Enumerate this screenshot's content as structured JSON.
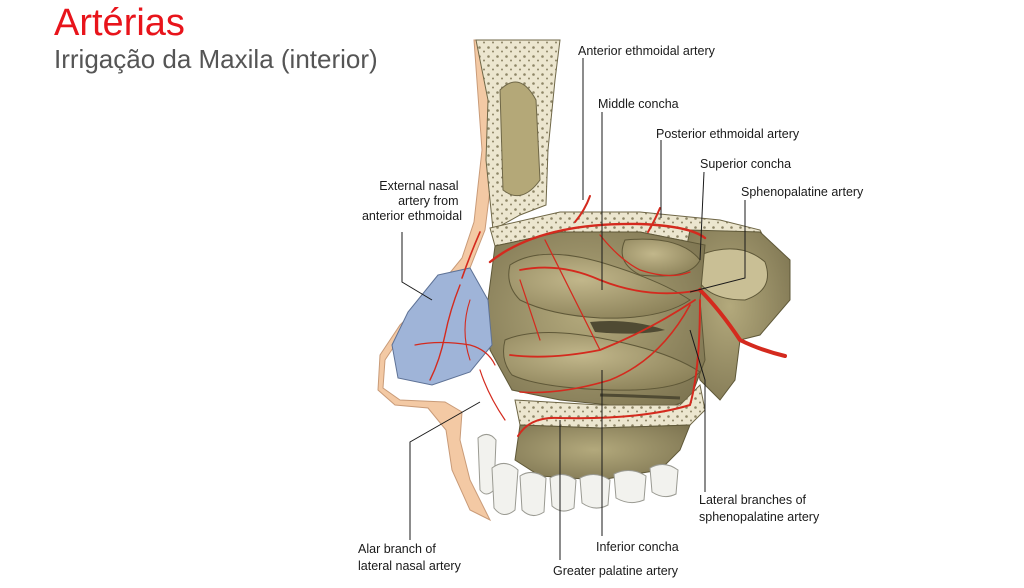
{
  "header": {
    "title": "Artérias",
    "subtitle": "Irrigação da Maxila (interior)"
  },
  "labels": {
    "anterior_ethmoidal_artery": "Anterior ethmoidal artery",
    "middle_concha": "Middle concha",
    "posterior_ethmoidal_artery": "Posterior ethmoidal artery",
    "superior_concha": "Superior concha",
    "sphenopalatine_artery": "Sphenopalatine artery",
    "external_nasal": [
      "External nasal",
      "artery from",
      "anterior ethmoidal"
    ],
    "lateral_branches": [
      "Lateral branches of",
      "sphenopalatine artery"
    ],
    "alar_branch": [
      "Alar branch of",
      "lateral nasal artery"
    ],
    "inferior_concha": "Inferior concha",
    "greater_palatine_artery": "Greater palatine artery"
  },
  "colors": {
    "title": "#e8141b",
    "subtitle": "#555555",
    "artery": "#d42a1e",
    "bone": "#8e845a",
    "cartilage": "#9fb4d8",
    "skin": "#f3c9a4"
  }
}
